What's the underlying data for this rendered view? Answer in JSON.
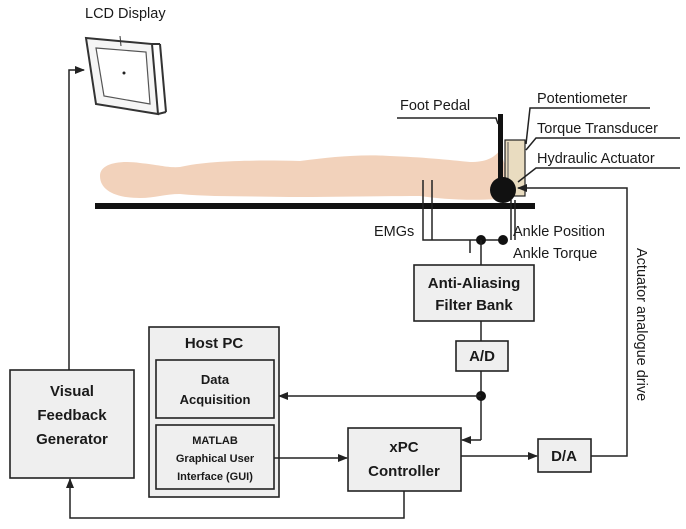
{
  "labels": {
    "lcd": "LCD Display",
    "foot_pedal": "Foot Pedal",
    "potentiometer": "Potentiometer",
    "torque_transducer": "Torque Transducer",
    "hydraulic_actuator": "Hydraulic Actuator",
    "emgs": "EMGs",
    "ankle_position": "Ankle Position",
    "ankle_torque": "Ankle Torque",
    "actuator_drive": "Actuator analogue drive"
  },
  "blocks": {
    "filter": [
      "Anti-Aliasing",
      "Filter Bank"
    ],
    "ad": "A/D",
    "host_pc": "Host PC",
    "data_acq": [
      "Data",
      "Acquisition"
    ],
    "matlab": [
      "MATLAB",
      "Graphical User",
      "Interface (GUI)"
    ],
    "xpc": [
      "xPC",
      "Controller"
    ],
    "da": "D/A",
    "visual": [
      "Visual",
      "Feedback",
      "Generator"
    ]
  },
  "colors": {
    "body": "#f2d2bb",
    "block_fill": "#efefef",
    "line": "#222222",
    "bed": "#111111"
  }
}
